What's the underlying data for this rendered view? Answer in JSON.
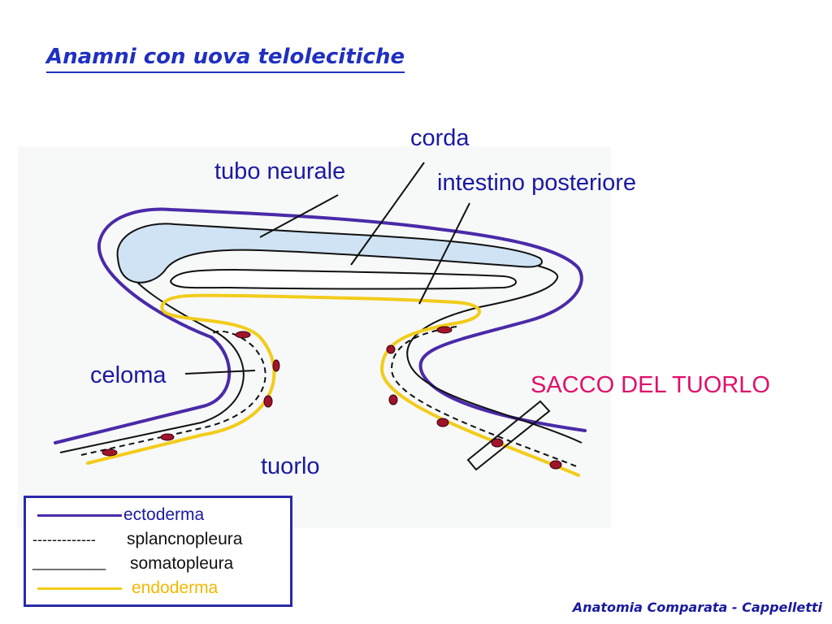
{
  "title": "Anamni con uova telolecitiche",
  "labels": {
    "corda": "corda",
    "tubo_neurale": "tubo neurale",
    "intestino_posteriore": "intestino posteriore",
    "celoma": "celoma",
    "sacco_del_tuorlo": "SACCO DEL TUORLO",
    "tuorlo": "tuorlo"
  },
  "legend": {
    "ectoderma": "ectoderma",
    "splancnopleura_dashes": "-------------",
    "splancnopleura": "splancnopleura",
    "somatopleura_line": "_________",
    "somatopleura": "somatopleura",
    "endoderma": "endoderma"
  },
  "colors": {
    "ectoderma": "#4a2aa8",
    "endoderma": "#f2cc1a",
    "neural_tube_fill": "#cfe3f4",
    "blood_islands": "#a0142a",
    "label_blue": "#1a1aa0",
    "label_red": "#e0106a"
  },
  "footer": "Anatomia Comparata - Cappelletti"
}
